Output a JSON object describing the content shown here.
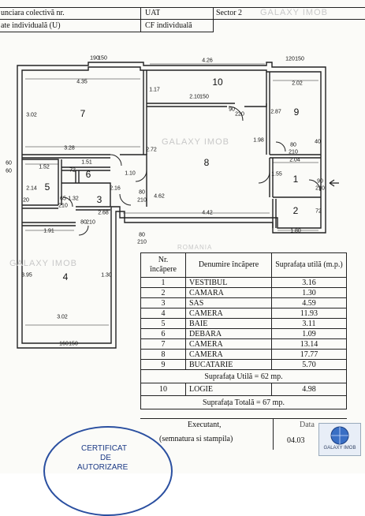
{
  "header": {
    "r1c1": "unciara colectivă nr.",
    "r1c2": "UAT",
    "r1c3": "Sector 2",
    "r2c1": "ate individuală (U)",
    "r2c2": "CF individuală",
    "watermark": "GALAXY IMOB"
  },
  "plan": {
    "watermark1": "GALAXY IMOB",
    "watermark2": "GALAXY IMOB",
    "watermark3": "ROMANIA",
    "dims": {
      "d190": "190",
      "d150a": "150",
      "d120": "120",
      "d150b": "150",
      "d426": "4.26",
      "d435": "4.35",
      "d202": "2.02",
      "d117": "1.17",
      "d210a": "2.10",
      "d150c": "150",
      "d302a": "3.02",
      "d287": "2.87",
      "d90": "90",
      "d220": "220",
      "d328": "3.28",
      "d272": "2.72",
      "d198": "1.98",
      "d80a": "80",
      "d210b": "210",
      "d40": "40",
      "d60a": "60",
      "d60b": "60",
      "d152": "1.52",
      "d72a": "72",
      "d151": "1.51",
      "d110": "1.10",
      "d204": "2.04",
      "d214": "2.14",
      "d20": "20",
      "d462": "4.62",
      "d216": "2.16",
      "d80b": "80",
      "d210c": "210",
      "d155": "1.55",
      "d90b": "90",
      "d210d": "210",
      "d65": "65",
      "d210e": "210",
      "d132": "1.32",
      "d80c": "80",
      "d210f": "210",
      "d268": "2.68",
      "d442": "4.42",
      "d72b": "72",
      "d191": "1.91",
      "d80d": "80",
      "d210g": "210",
      "d180": "1.80",
      "d395": "3.95",
      "d130": "1.30",
      "d302b": "3.02",
      "d160": "160",
      "d150d": "150"
    },
    "rooms": {
      "r1": "1",
      "r2": "2",
      "r3": "3",
      "r4": "4",
      "r5": "5",
      "r6": "6",
      "r7": "7",
      "r8": "8",
      "r9": "9",
      "r10": "10"
    }
  },
  "table": {
    "col1": "Nr. încăpere",
    "col2": "Denumire încăpere",
    "col3": "Suprafața utilă (m.p.)",
    "rows": [
      {
        "nr": "1",
        "name": "VESTIBUL",
        "area": "3.16"
      },
      {
        "nr": "2",
        "name": "CAMARA",
        "area": "1.30"
      },
      {
        "nr": "3",
        "name": "SAS",
        "area": "4.59"
      },
      {
        "nr": "4",
        "name": "CAMERA",
        "area": "11.93"
      },
      {
        "nr": "5",
        "name": "BAIE",
        "area": "3.11"
      },
      {
        "nr": "6",
        "name": "DEBARA",
        "area": "1.09"
      },
      {
        "nr": "7",
        "name": "CAMERA",
        "area": "13.14"
      },
      {
        "nr": "8",
        "name": "CAMERA",
        "area": "17.77"
      },
      {
        "nr": "9",
        "name": "BUCATARIE",
        "area": "5.70"
      }
    ],
    "util_total": "Suprafața Utilă = 62 mp.",
    "logie": {
      "nr": "10",
      "name": "LOGIE",
      "area": "4.98"
    },
    "total": "Suprafața Totală = 67 mp.",
    "executant": "Executant,",
    "semnatura": "(semnatura si stampila)",
    "data_label": "Data",
    "data_value": "04.03"
  },
  "stamp": {
    "line1": "CERTIFICAT",
    "line2": "DE",
    "line3": "AUTORIZARE"
  },
  "badge": {
    "text": "GALAXY IMOB"
  }
}
